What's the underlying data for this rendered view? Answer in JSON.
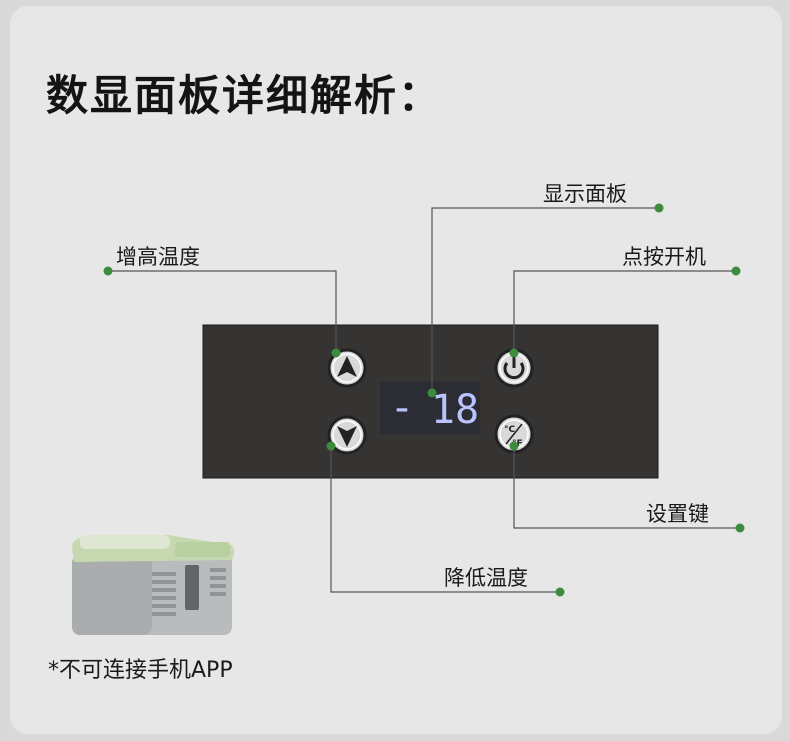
{
  "title": "数显面板详细解析：",
  "labels": {
    "display_panel": "显示面板",
    "increase_temp": "增高温度",
    "power_on": "点按开机",
    "settings_key": "设置键",
    "decrease_temp": "降低温度"
  },
  "display": {
    "minus": "-",
    "value": "18"
  },
  "unit_button": {
    "celsius": "°C",
    "fahrenheit": "°F"
  },
  "note": "*不可连接手机APP",
  "colors": {
    "panel": "#363333",
    "accent_dot": "#3d8b3d",
    "line": "#555555",
    "display_glow": "#b9c4ff"
  }
}
